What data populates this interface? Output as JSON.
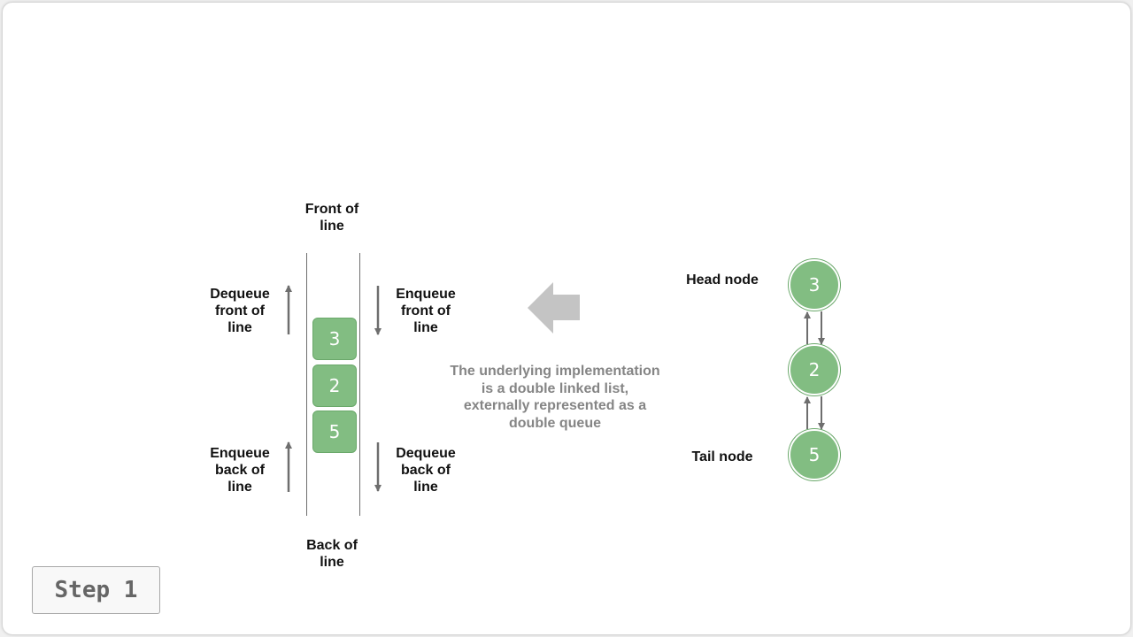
{
  "queue": {
    "front_label": "Front of\nline",
    "back_label": "Back of\nline",
    "dequeue_front_label": "Dequeue\nfront of\nline",
    "enqueue_front_label": "Enqueue\nfront of\nline",
    "enqueue_back_label": "Enqueue\nback of\nline",
    "dequeue_back_label": "Dequeue\nback of\nline",
    "items": [
      "3",
      "2",
      "5"
    ]
  },
  "note": "The underlying implementation\nis a double linked list,\nexternally represented as a\ndouble queue",
  "linked_list": {
    "head_label": "Head node",
    "tail_label": "Tail node",
    "nodes": [
      "3",
      "2",
      "5"
    ]
  },
  "step_label": "Step 1",
  "colors": {
    "node_fill": "#82bd82",
    "arrow": "#6e6e6e",
    "big_arrow": "#c4c4c4",
    "note_text": "#858585"
  }
}
